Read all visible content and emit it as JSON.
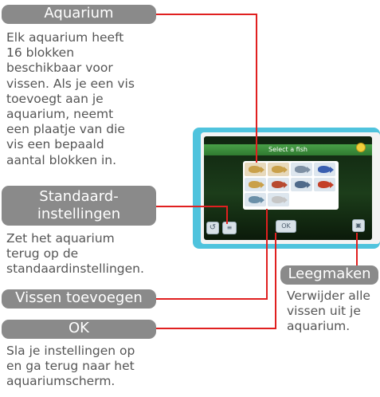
{
  "labels": {
    "aquarium": "Aquarium",
    "standaard_line1": "Standaard-",
    "standaard_line2": "instellingen",
    "vissen_toevoegen": "Vissen toevoegen",
    "ok": "OK",
    "leegmaken": "Leegmaken"
  },
  "descriptions": {
    "aquarium": [
      "Elk aquarium heeft",
      "16 blokken",
      "beschikbaar voor",
      "vissen. Als je een vis",
      "toevoegt aan je",
      "aquarium, neemt",
      "een plaatje van die",
      "vis een bepaald",
      "aantal blokken in."
    ],
    "standaard": [
      "Zet het aquarium",
      "terug op de",
      "standaardinstellingen."
    ],
    "ok": [
      "Sla je instellingen op",
      "en ga terug naar het",
      "aquariumscherm."
    ],
    "leegmaken": [
      "Verwijder alle",
      "vissen uit je",
      "aquarium."
    ]
  },
  "screen": {
    "title": "Select a fish",
    "ok_button": "OK",
    "fish": [
      {
        "color": "#c9a04a",
        "selected": true
      },
      {
        "color": "#c9a04a",
        "selected": true
      },
      {
        "color": "#7d8fa3",
        "selected": false
      },
      {
        "color": "#3a5fb0",
        "selected": false
      },
      {
        "color": "#c9a04a",
        "selected": false
      },
      {
        "color": "#b84a30",
        "selected": false
      },
      {
        "color": "#4f6a8a",
        "selected": false
      },
      {
        "color": "#c44028",
        "selected": false
      },
      {
        "color": "#6a8fa8",
        "selected": false
      },
      {
        "color": "#c6c6c6",
        "selected": false
      }
    ]
  },
  "colors": {
    "label_bg": "#8a8a8a",
    "connector": "#e02020",
    "device": "#4fc3dd",
    "screen_title_bar": "#3a8c3a"
  }
}
